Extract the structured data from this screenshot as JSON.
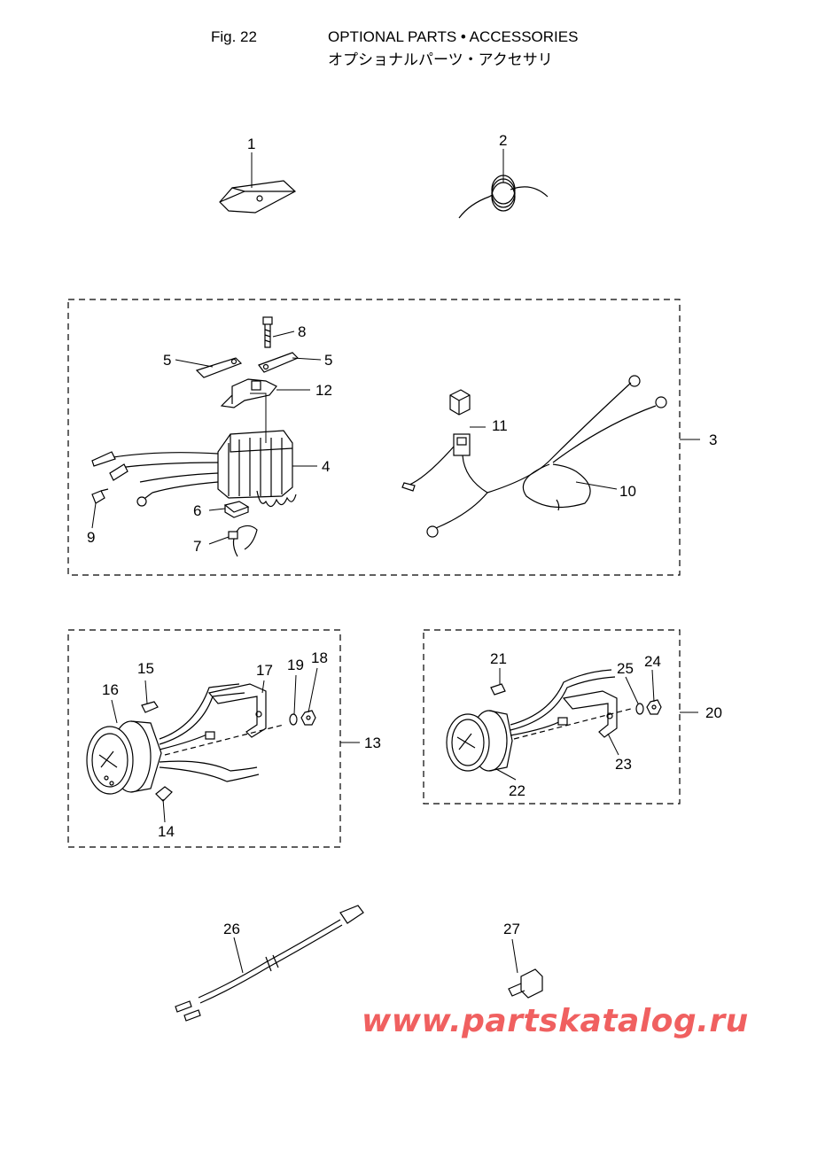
{
  "header": {
    "fig_label": "Fig. 22",
    "title_en": "OPTIONAL PARTS • ACCESSORIES",
    "title_jp": "オプショナルパーツ・アクセサリ"
  },
  "callouts": [
    "1",
    "2",
    "3",
    "4",
    "5",
    "5",
    "6",
    "7",
    "8",
    "9",
    "10",
    "11",
    "12",
    "13",
    "14",
    "15",
    "16",
    "17",
    "18",
    "19",
    "20",
    "21",
    "22",
    "23",
    "24",
    "25",
    "26",
    "27"
  ],
  "watermark": "www.partskatalog.ru"
}
